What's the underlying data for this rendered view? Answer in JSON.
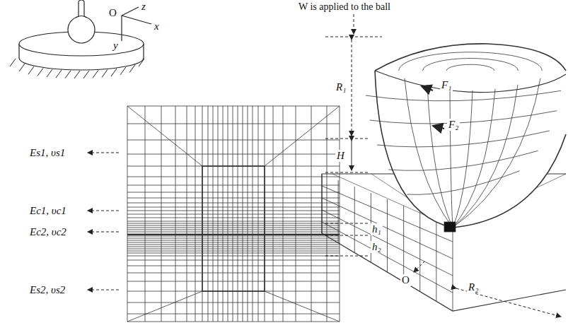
{
  "diagram": {
    "labels": [
      "O",
      "z",
      "x",
      "y",
      "W is applied to the ball",
      "R₁",
      "H",
      "F₁",
      "F₂",
      "Es1, υs1",
      "Ec1, υc1",
      "Ec2, υc2",
      "Es2, υs2",
      "h₁",
      "h₂",
      "O",
      "R₂"
    ]
  }
}
